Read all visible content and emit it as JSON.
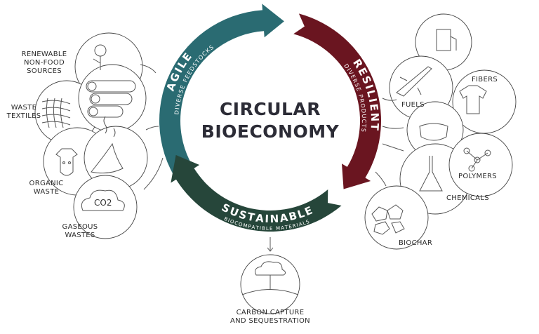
{
  "title": {
    "line1": "CIRCULAR",
    "line2": "BIOECONOMY"
  },
  "ring": [
    {
      "heading": "AGILE",
      "subheading": "DIVERSE FEEDSTOCKS",
      "color": "#2a6b72"
    },
    {
      "heading": "RESILIENT",
      "subheading": "DIVERSE PRODUCTS",
      "color": "#6a1520"
    },
    {
      "heading": "SUSTAINABLE",
      "subheading": "BIOCOMPATIBLE MATERIALS",
      "color": "#26463a"
    }
  ],
  "inputs": [
    {
      "label": "RENEWABLE NON-FOOD SOURCES",
      "lines": [
        "RENEWABLE",
        "NON-FOOD",
        "SOURCES"
      ]
    },
    {
      "label": "WASTE TEXTILES",
      "lines": [
        "WASTE",
        "TEXTILES"
      ]
    },
    {
      "label": "ORGANIC WASTE",
      "lines": [
        "ORGANIC",
        "WASTE"
      ]
    },
    {
      "label": "GASEOUS WASTES",
      "lines": [
        "GASEOUS",
        "WASTES"
      ]
    }
  ],
  "outputs": [
    {
      "label": "FUELS"
    },
    {
      "label": "FIBERS"
    },
    {
      "label": "POLYMERS"
    },
    {
      "label": "CHEMICALS"
    },
    {
      "label": "BIOCHAR"
    }
  ],
  "capture": {
    "lines": [
      "CARBON CAPTURE",
      "AND SEQUESTRATION"
    ]
  },
  "co2": "CO2"
}
